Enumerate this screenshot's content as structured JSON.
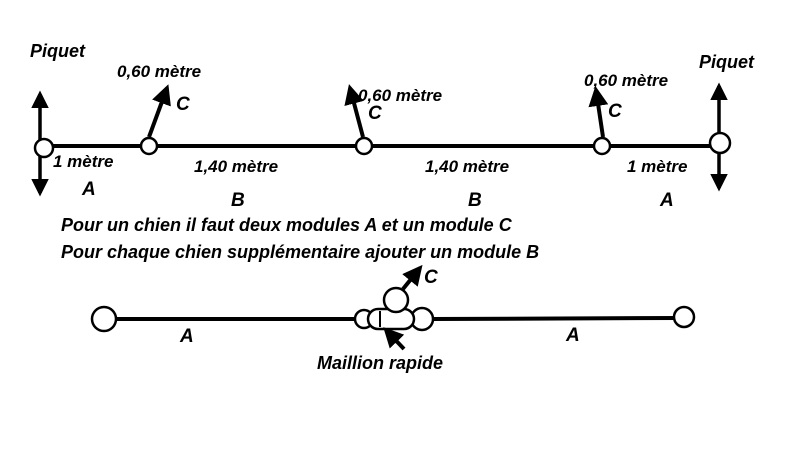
{
  "top": {
    "piquet_left": "Piquet",
    "piquet_right": "Piquet",
    "spacing_c": "0,60 mètre",
    "c_label": "C",
    "dist_end": "1 mètre",
    "dist_mid": "1,40 mètre",
    "a_label": "A",
    "b_label": "B"
  },
  "rules": {
    "line1": "Pour un chien il faut deux modules A et un module C",
    "line2": "Pour chaque chien supplémentaire ajouter un module B"
  },
  "bottom": {
    "a_label": "A",
    "c_label": "C",
    "maillon": "Maillion rapide"
  },
  "colors": {
    "ink": "#000000",
    "background": "#ffffff"
  }
}
